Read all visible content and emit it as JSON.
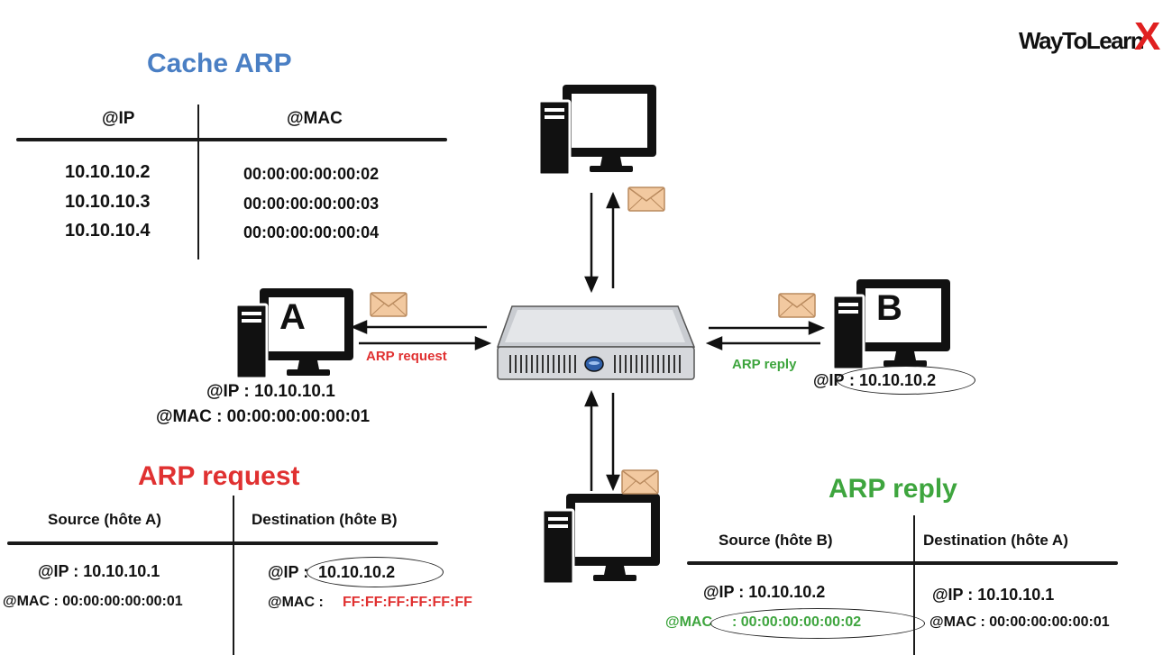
{
  "logo": {
    "text": "WayToLearn",
    "x_mark": "X"
  },
  "cache": {
    "title": "Cache ARP",
    "headers": {
      "ip": "@IP",
      "mac": "@MAC"
    },
    "rows": [
      {
        "ip": "10.10.10.2",
        "mac": "00:00:00:00:00:02"
      },
      {
        "ip": "10.10.10.3",
        "mac": "00:00:00:00:00:03"
      },
      {
        "ip": "10.10.10.4",
        "mac": "00:00:00:00:00:04"
      }
    ]
  },
  "host_a": {
    "letter": "A",
    "ip_line": "@IP : 10.10.10.1",
    "mac_line": "@MAC : 00:00:00:00:00:01"
  },
  "host_b": {
    "letter": "B",
    "ip_label": "@IP",
    "ip_value": ": 10.10.10.2"
  },
  "links": {
    "request_label": "ARP request",
    "reply_label": "ARP reply"
  },
  "request_table": {
    "title": "ARP request",
    "src_header": "Source (hôte A)",
    "dst_header": "Destination (hôte B)",
    "src_ip": "@IP : 10.10.10.1",
    "src_mac": "@MAC : 00:00:00:00:00:01",
    "dst_ip_label": "@IP :",
    "dst_ip_value": "10.10.10.2",
    "dst_mac_label": "@MAC :",
    "dst_mac_value": "FF:FF:FF:FF:FF:FF"
  },
  "reply_table": {
    "title": "ARP reply",
    "src_header": "Source (hôte B)",
    "dst_header": "Destination (hôte A)",
    "src_ip": "@IP : 10.10.10.2",
    "src_mac_label": "@MAC",
    "src_mac_value": ": 00:00:00:00:00:02",
    "dst_ip": "@IP : 10.10.10.1",
    "dst_mac": "@MAC : 00:00:00:00:00:01"
  },
  "colors": {
    "cache_title": "#4a7fc4",
    "request": "#e03131",
    "reply": "#3ea53e",
    "envelope": "#f2c9a0",
    "switch_body": "#d6d8dc"
  },
  "icons": [
    "computer-icon",
    "network-switch-icon",
    "envelope-icon",
    "arrow-icon"
  ]
}
